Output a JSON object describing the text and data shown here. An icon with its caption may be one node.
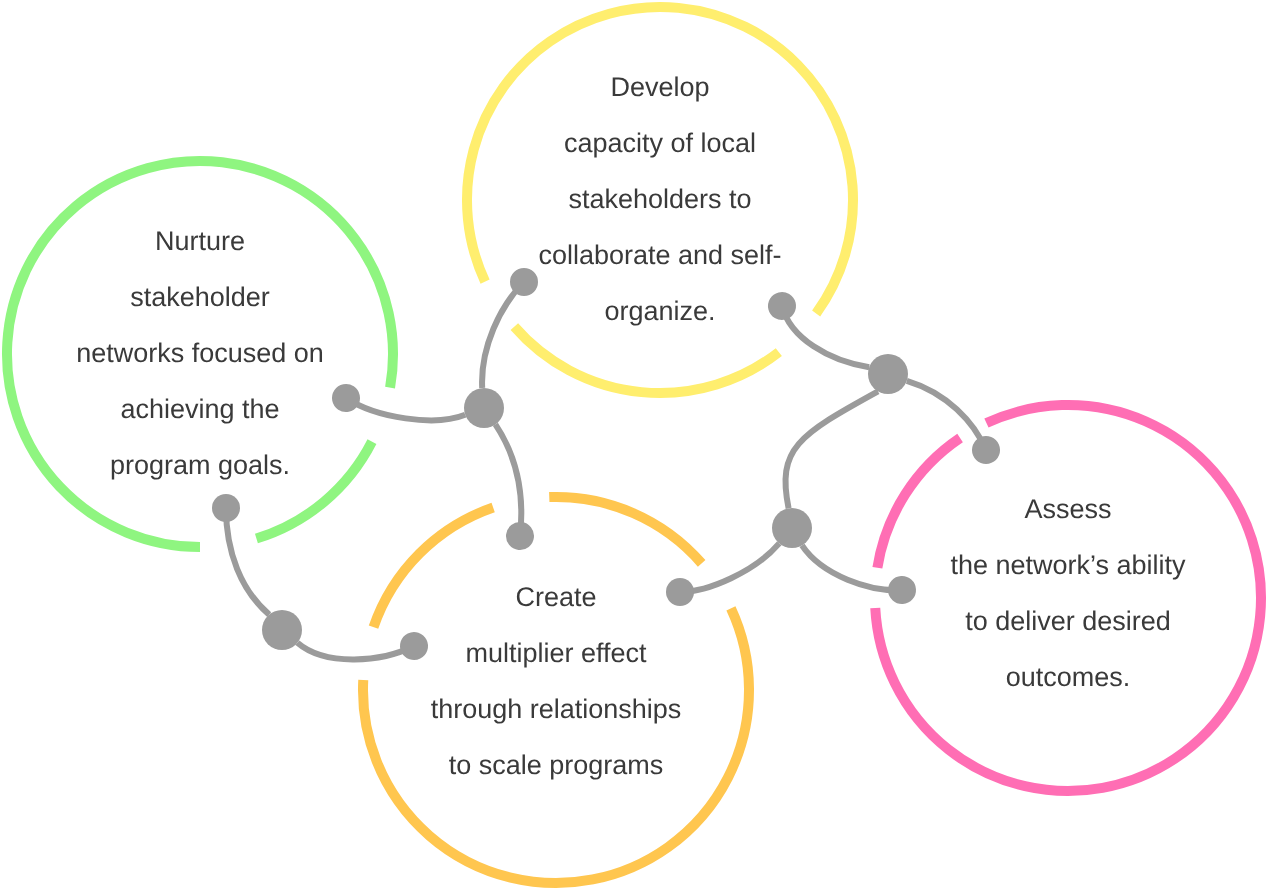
{
  "diagram": {
    "nodes": [
      {
        "text": [
          "Develop capacity of local stakeholders to collaborate and self-organize."
        ]
      },
      {
        "text": [
          "Nurture stakeholder networks focused on achieving the program goals."
        ]
      },
      {
        "text": [
          "Assess the network’s ability to deliver desired outcomes."
        ]
      },
      {
        "text": [
          "Create multiplier effect through relationships to scale programs"
        ]
      },
      {
        "text": [],
        "shape": "circle"
      },
      {
        "text": [],
        "shape": "circle"
      },
      {
        "text": [],
        "shape": "circle"
      },
      {
        "text": [],
        "shape": "circle"
      }
    ],
    "edges": [
      {
        "from": 5,
        "to": 1,
        "arrow": "other"
      },
      {
        "from": 5,
        "to": 0,
        "arrow": "other"
      },
      {
        "from": 5,
        "to": 3,
        "arrow": "other"
      },
      {
        "from": 4,
        "to": 0,
        "arrow": "other"
      },
      {
        "from": 4,
        "to": 2,
        "arrow": "other"
      },
      {
        "from": 4,
        "to": 6,
        "arrow": "none"
      },
      {
        "from": 6,
        "to": 3,
        "arrow": "other"
      },
      {
        "from": 6,
        "to": 2,
        "arrow": "other"
      },
      {
        "from": 7,
        "to": 1,
        "arrow": "other"
      },
      {
        "from": 7,
        "to": 3,
        "arrow": "other"
      }
    ]
  }
}
